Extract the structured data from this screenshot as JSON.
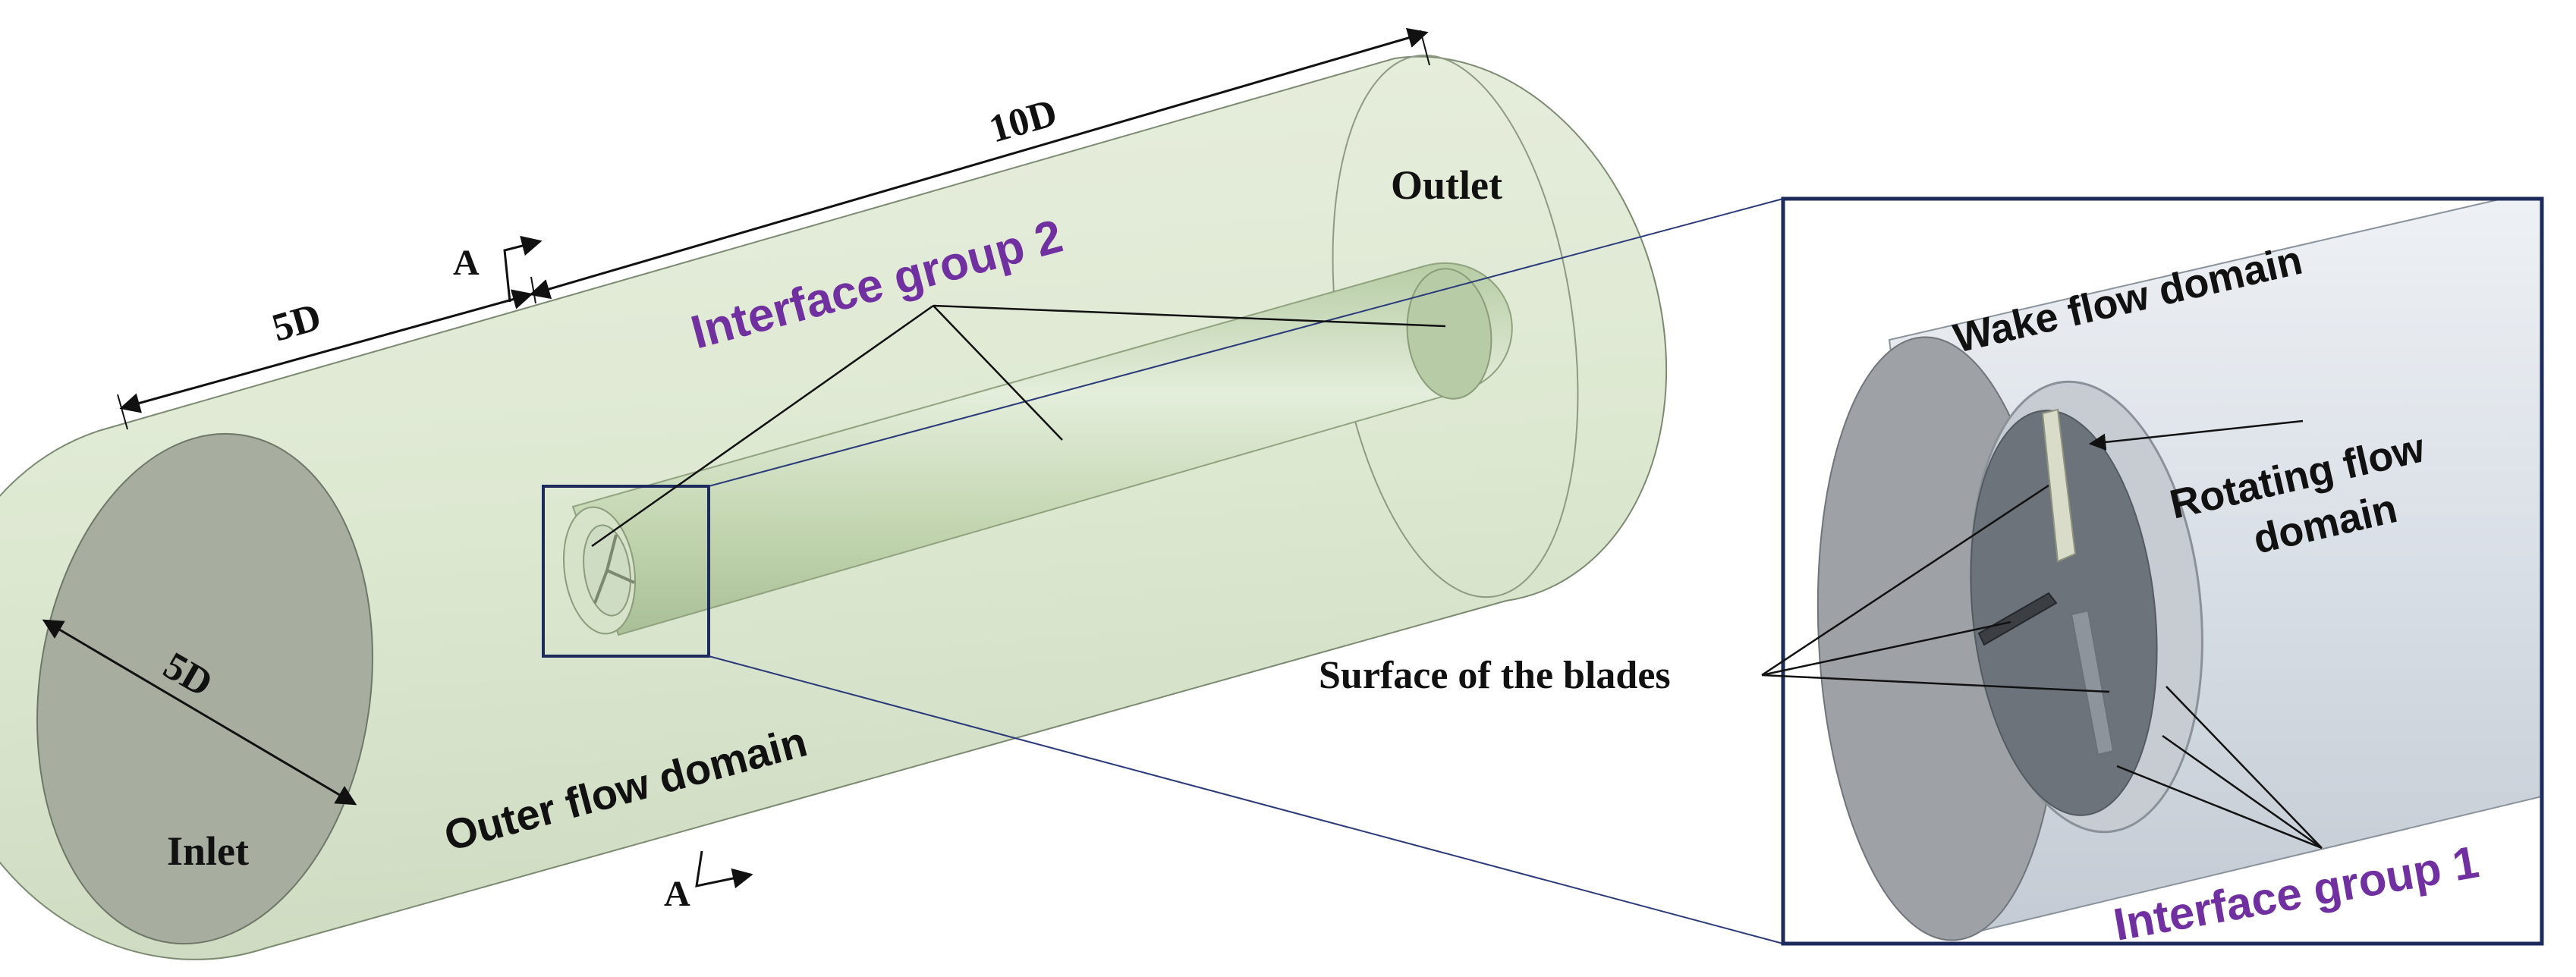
{
  "labels": {
    "dim_10d": "10D",
    "dim_5d_length": "5D",
    "dim_5d_diameter": "5D",
    "section_a_top": "A",
    "section_a_bottom": "A",
    "outlet": "Outlet",
    "inlet": "Inlet",
    "interface_group_2": "Interface group 2",
    "outer_flow_domain": "Outer flow domain",
    "wake_flow_domain": "Wake flow domain",
    "rotating_flow_domain_line1": "Rotating flow",
    "rotating_flow_domain_line2": "domain",
    "surface_of_the_blades": "Surface of the blades",
    "interface_group_1": "Interface group 1"
  },
  "colors": {
    "outer_domain_fill": "#dfe9d3",
    "inlet_face": "#a7ae9f",
    "inner_tube": "#c9dcb8",
    "zoom_frame": "#1c2a5c",
    "callout_purple": "#7030a0",
    "zoom_background": "#d8dde3",
    "zoom_end_face": "#9ea2a7"
  }
}
